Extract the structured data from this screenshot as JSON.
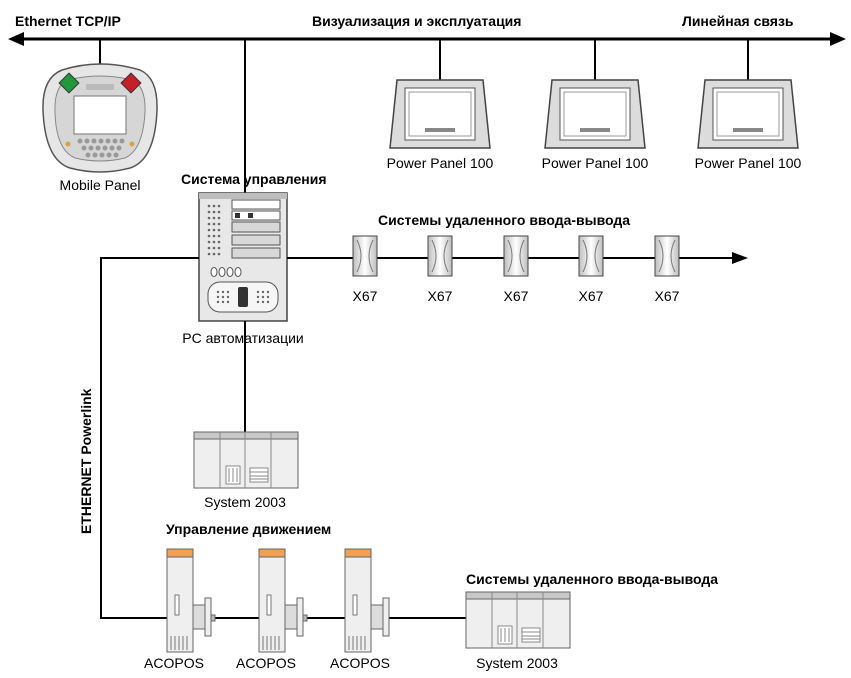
{
  "bus": {
    "left_label": "Ethernet TCP/IP",
    "center_label": "Визуализация и эксплуатация",
    "right_label": "Линейная связь"
  },
  "mobile_panel": {
    "label": "Mobile Panel"
  },
  "power_panels": [
    {
      "label": "Power Panel 100"
    },
    {
      "label": "Power Panel 100"
    },
    {
      "label": "Power Panel 100"
    }
  ],
  "control_system": {
    "title": "Система управления",
    "pc_label": "PC автоматизации"
  },
  "remote_io_top": {
    "title": "Системы удаленного ввода-вывода",
    "modules": [
      "X67",
      "X67",
      "X67",
      "X67",
      "X67"
    ]
  },
  "powerlink": {
    "label": "ETHERNET Powerlink"
  },
  "system2003_center": {
    "label": "System 2003"
  },
  "motion": {
    "title": "Управление движением",
    "drives": [
      "ACOPOS",
      "ACOPOS",
      "ACOPOS"
    ]
  },
  "remote_io_bottom": {
    "title": "Системы удаленного ввода-вывода",
    "device_label": "System 2003"
  },
  "colors": {
    "line": "#000000",
    "device_light": "#f0f0f0",
    "device_mid": "#c8c8c8",
    "drive_top": "#f0a050",
    "panel_green": "#1f9a3a",
    "panel_red": "#c81e2a"
  }
}
